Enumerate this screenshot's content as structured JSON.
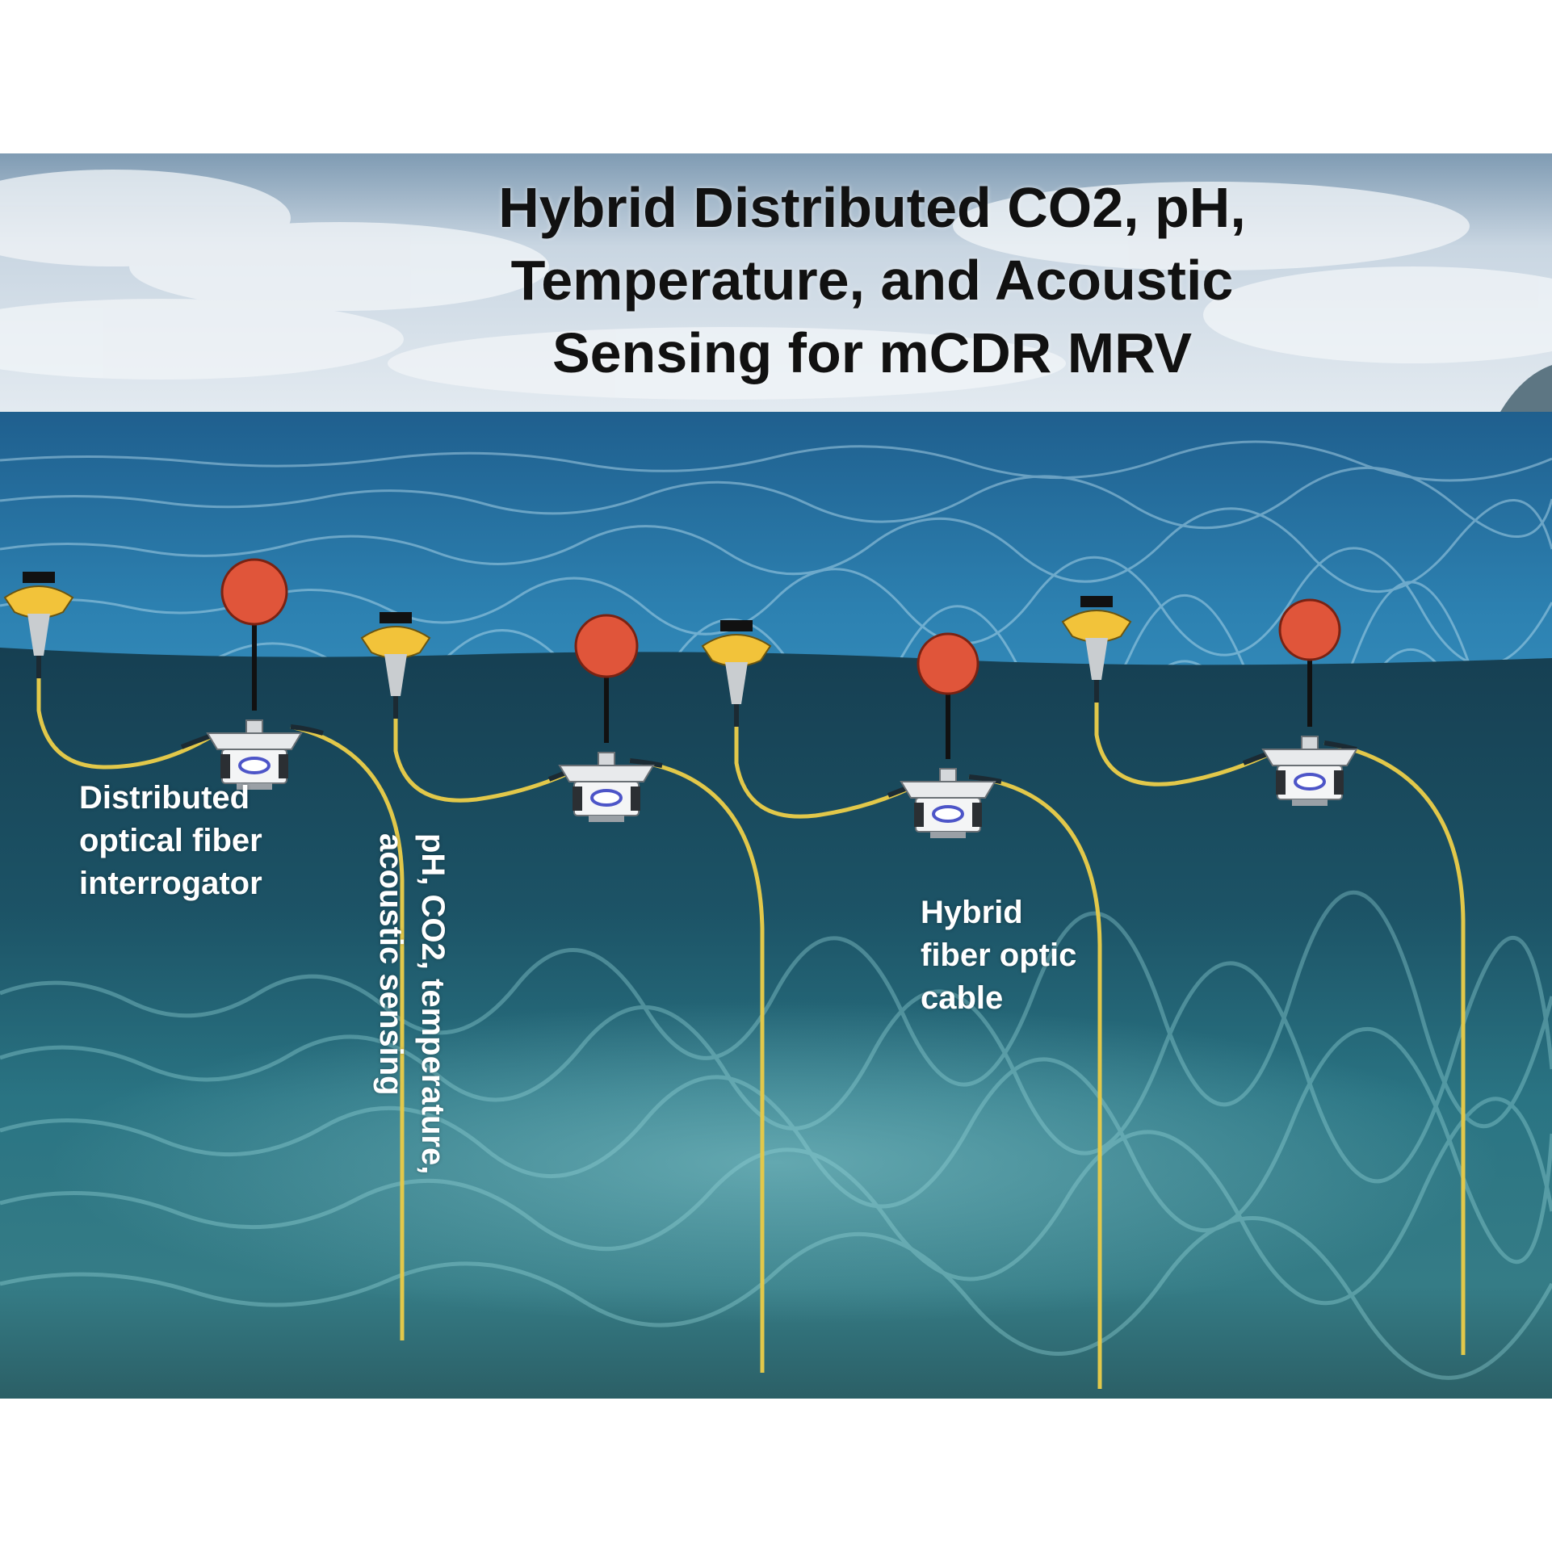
{
  "title": {
    "lines": [
      "Hybrid Distributed CO2, pH,",
      "Temperature, and Acoustic",
      "Sensing for mCDR MRV"
    ]
  },
  "labels": {
    "interrogator": [
      "Distributed",
      "optical fiber",
      "interrogator"
    ],
    "sensing": [
      "pH, CO2, temperature,",
      "acoustic sensing"
    ],
    "cable": [
      "Hybrid",
      "fiber optic",
      "cable"
    ]
  },
  "colors": {
    "sky": "#b9ccdc",
    "sea_surface": "#2a78a6",
    "deep_water": "#1a4e63",
    "seafloor": "#3d8c96",
    "cable": "#e2c84a",
    "buoy_yellow": "#f2c33a",
    "float_red": "#e0553a"
  },
  "icons": [
    "yellow-buoy-icon",
    "red-float-icon",
    "interrogator-device-icon"
  ]
}
